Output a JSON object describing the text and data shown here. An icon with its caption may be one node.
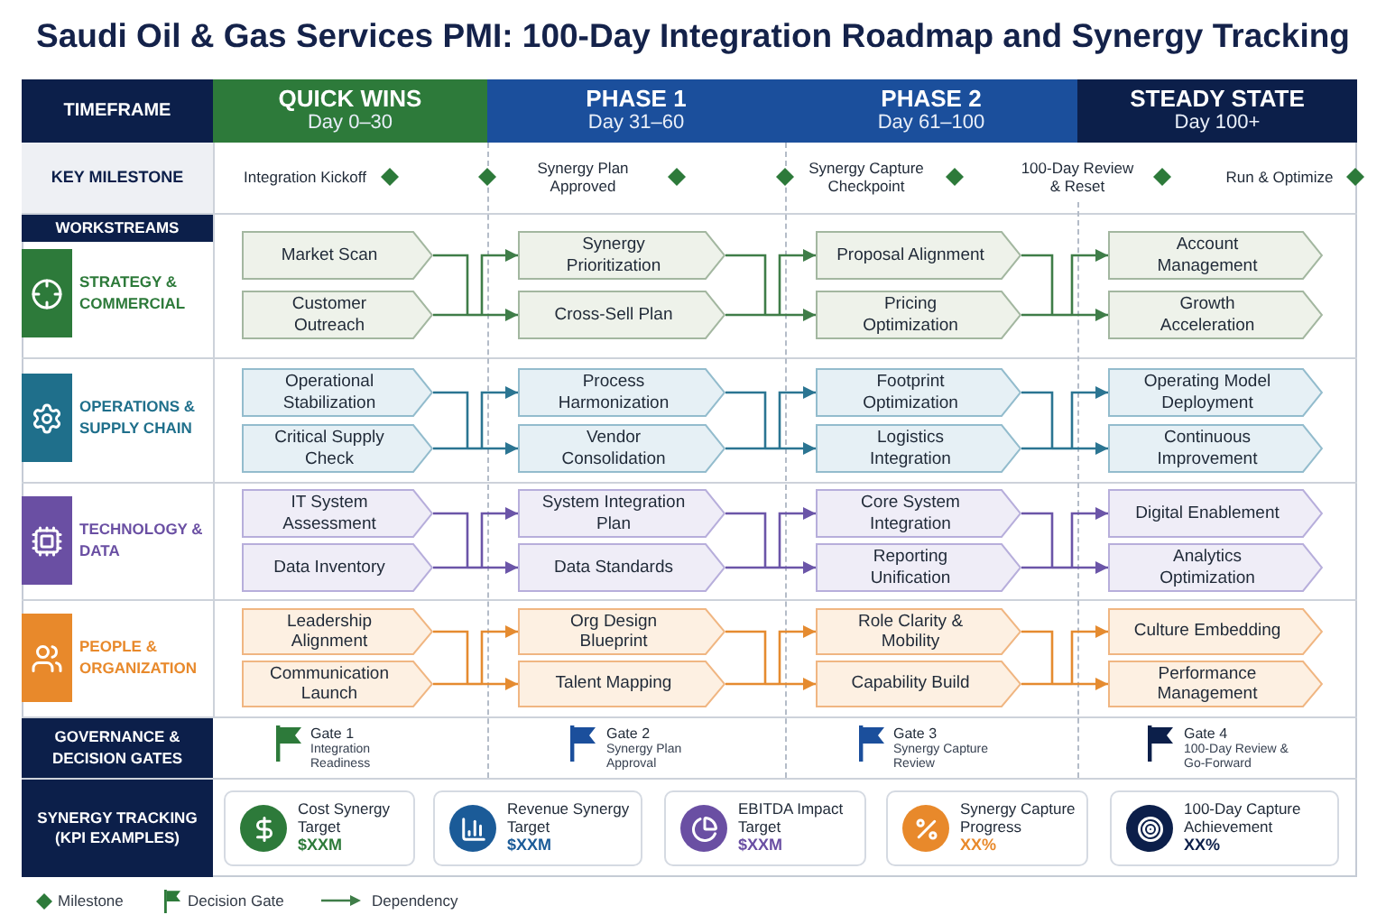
{
  "diagram": {
    "title": "Saudi Oil & Gas Services PMI: 100-Day Integration Roadmap and Synergy Tracking",
    "nodes": [
      {
        "text": [
          "TIMEFRAME"
        ]
      },
      {
        "text": [
          "QUICK WINS",
          "Day 0–30"
        ]
      },
      {
        "text": [
          "PHASE 1",
          "Day 31–60"
        ]
      },
      {
        "text": [
          "PHASE 2",
          "Day 61–100"
        ]
      },
      {
        "text": [
          "STEADY STATE",
          "Day 100+"
        ]
      },
      {
        "text": [
          "KEY MILESTONE"
        ]
      },
      {
        "text": [
          "WORKSTREAMS"
        ]
      },
      {
        "text": [
          "Market Scan"
        ]
      },
      {
        "text": [
          "Synergy Prioritization"
        ]
      },
      {
        "text": [
          "Proposal Alignment"
        ]
      },
      {
        "text": [
          "Account Management"
        ]
      },
      {
        "text": [
          "Customer Outreach"
        ]
      },
      {
        "text": [
          "Cross-Sell Plan"
        ]
      },
      {
        "text": [
          "Pricing Optimization"
        ]
      },
      {
        "text": [
          "Growth Acceleration"
        ]
      },
      {
        "text": [
          "Operational Stabilization"
        ]
      },
      {
        "text": [
          "Process Harmonization"
        ]
      },
      {
        "text": [
          "Footprint Optimization"
        ]
      },
      {
        "text": [
          "Operating Model Deployment"
        ]
      },
      {
        "text": [
          "Critical Supply Check"
        ]
      },
      {
        "text": [
          "Vendor Consolidation"
        ]
      },
      {
        "text": [
          "Logistics Integration"
        ]
      },
      {
        "text": [
          "Continuous Improvement"
        ]
      },
      {
        "text": [
          "IT System Assessment"
        ]
      },
      {
        "text": [
          "System Integration Plan"
        ]
      },
      {
        "text": [
          "Core System Integration"
        ]
      },
      {
        "text": [
          "Digital Enablement"
        ]
      },
      {
        "text": [
          "Data Inventory"
        ]
      },
      {
        "text": [
          "Data Standards"
        ]
      },
      {
        "text": [
          "Reporting Unification"
        ]
      },
      {
        "text": [
          "Analytics Optimization"
        ]
      },
      {
        "text": [
          "Leadership Alignment"
        ]
      },
      {
        "text": [
          "Org Design Blueprint"
        ]
      },
      {
        "text": [
          "Role Clarity & Mobility"
        ]
      },
      {
        "text": [
          "Culture Embedding"
        ]
      },
      {
        "text": [
          "Communication Launch"
        ]
      },
      {
        "text": [
          "Talent Mapping"
        ]
      },
      {
        "text": [
          "Capability Build"
        ]
      },
      {
        "text": [
          "Performance Management"
        ]
      },
      {
        "text": [
          "GOVERNANCE & DECISION GATES"
        ]
      },
      {
        "text": [
          "SYNERGY TRACKING (KPI EXAMPLES)"
        ]
      },
      {
        "text": [
          "Cost Synergy Target",
          "$XXM"
        ]
      },
      {
        "text": [
          "Revenue Synergy Target",
          "$XXM"
        ]
      },
      {
        "text": [
          "EBITDA Impact Target",
          "$XXM"
        ]
      },
      {
        "text": [
          "Synergy Capture Progress",
          "XX%"
        ]
      },
      {
        "text": [
          "100-Day Capture Achievement",
          "XX%"
        ]
      }
    ],
    "edges": [
      {
        "from": 7,
        "to": 8,
        "arrow": "to",
        "color": "#3f7d48"
      },
      {
        "from": 7,
        "to": 12,
        "arrow": "to",
        "color": "#3f7d48"
      },
      {
        "from": 11,
        "to": 8,
        "arrow": "to",
        "color": "#3f7d48"
      },
      {
        "from": 11,
        "to": 12,
        "arrow": "to",
        "color": "#3f7d48"
      },
      {
        "from": 8,
        "to": 9,
        "arrow": "to",
        "color": "#3f7d48"
      },
      {
        "from": 8,
        "to": 13,
        "arrow": "to",
        "color": "#3f7d48"
      },
      {
        "from": 12,
        "to": 9,
        "arrow": "to",
        "color": "#3f7d48"
      },
      {
        "from": 12,
        "to": 13,
        "arrow": "to",
        "color": "#3f7d48"
      },
      {
        "from": 9,
        "to": 10,
        "arrow": "to",
        "color": "#3f7d48"
      },
      {
        "from": 9,
        "to": 14,
        "arrow": "to",
        "color": "#3f7d48"
      },
      {
        "from": 13,
        "to": 10,
        "arrow": "to",
        "color": "#3f7d48"
      },
      {
        "from": 13,
        "to": 14,
        "arrow": "to",
        "color": "#3f7d48"
      },
      {
        "from": 15,
        "to": 16,
        "arrow": "to",
        "color": "#2b7592"
      },
      {
        "from": 15,
        "to": 20,
        "arrow": "to",
        "color": "#2b7592"
      },
      {
        "from": 19,
        "to": 16,
        "arrow": "to",
        "color": "#2b7592"
      },
      {
        "from": 19,
        "to": 20,
        "arrow": "to",
        "color": "#2b7592"
      },
      {
        "from": 16,
        "to": 17,
        "arrow": "to",
        "color": "#2b7592"
      },
      {
        "from": 16,
        "to": 21,
        "arrow": "to",
        "color": "#2b7592"
      },
      {
        "from": 20,
        "to": 17,
        "arrow": "to",
        "color": "#2b7592"
      },
      {
        "from": 20,
        "to": 21,
        "arrow": "to",
        "color": "#2b7592"
      },
      {
        "from": 17,
        "to": 18,
        "arrow": "to",
        "color": "#2b7592"
      },
      {
        "from": 17,
        "to": 22,
        "arrow": "to",
        "color": "#2b7592"
      },
      {
        "from": 21,
        "to": 18,
        "arrow": "to",
        "color": "#2b7592"
      },
      {
        "from": 21,
        "to": 22,
        "arrow": "to",
        "color": "#2b7592"
      },
      {
        "from": 23,
        "to": 24,
        "arrow": "to",
        "color": "#6b55a8"
      },
      {
        "from": 23,
        "to": 28,
        "arrow": "to",
        "color": "#6b55a8"
      },
      {
        "from": 27,
        "to": 24,
        "arrow": "to",
        "color": "#6b55a8"
      },
      {
        "from": 27,
        "to": 28,
        "arrow": "to",
        "color": "#6b55a8"
      },
      {
        "from": 24,
        "to": 25,
        "arrow": "to",
        "color": "#6b55a8"
      },
      {
        "from": 24,
        "to": 29,
        "arrow": "to",
        "color": "#6b55a8"
      },
      {
        "from": 28,
        "to": 25,
        "arrow": "to",
        "color": "#6b55a8"
      },
      {
        "from": 28,
        "to": 29,
        "arrow": "to",
        "color": "#6b55a8"
      },
      {
        "from": 25,
        "to": 26,
        "arrow": "to",
        "color": "#6b55a8"
      },
      {
        "from": 25,
        "to": 30,
        "arrow": "to",
        "color": "#6b55a8"
      },
      {
        "from": 29,
        "to": 26,
        "arrow": "to",
        "color": "#6b55a8"
      },
      {
        "from": 29,
        "to": 30,
        "arrow": "to",
        "color": "#6b55a8"
      },
      {
        "from": 31,
        "to": 32,
        "arrow": "to",
        "color": "#e58b30"
      },
      {
        "from": 31,
        "to": 36,
        "arrow": "to",
        "color": "#e58b30"
      },
      {
        "from": 35,
        "to": 32,
        "arrow": "to",
        "color": "#e58b30"
      },
      {
        "from": 35,
        "to": 36,
        "arrow": "to",
        "color": "#e58b30"
      },
      {
        "from": 32,
        "to": 33,
        "arrow": "to",
        "color": "#e58b30"
      },
      {
        "from": 32,
        "to": 37,
        "arrow": "to",
        "color": "#e58b30"
      },
      {
        "from": 36,
        "to": 33,
        "arrow": "to",
        "color": "#e58b30"
      },
      {
        "from": 36,
        "to": 37,
        "arrow": "to",
        "color": "#e58b30"
      },
      {
        "from": 33,
        "to": 34,
        "arrow": "to",
        "color": "#e58b30"
      },
      {
        "from": 33,
        "to": 38,
        "arrow": "to",
        "color": "#e58b30"
      },
      {
        "from": 37,
        "to": 34,
        "arrow": "to",
        "color": "#e58b30"
      },
      {
        "from": 37,
        "to": 38,
        "arrow": "to",
        "color": "#e58b30"
      }
    ],
    "labels": [
      "Integration Kickoff",
      "Synergy Plan Approved",
      "Synergy Capture Checkpoint",
      "100-Day Review & Reset",
      "Run & Optimize",
      "STRATEGY & COMMERCIAL",
      "OPERATIONS & SUPPLY CHAIN",
      "TECHNOLOGY & DATA",
      "PEOPLE & ORGANIZATION",
      "Gate 1",
      "Integration Readiness",
      "Gate 2",
      "Synergy Plan Approval",
      "Gate 3",
      "Synergy Capture Review",
      "Gate 4",
      "100-Day Review & Go-Forward"
    ],
    "legend": [
      {
        "text": "Milestone"
      },
      {
        "text": "Decision Gate"
      },
      {
        "text": "Dependency"
      }
    ]
  }
}
